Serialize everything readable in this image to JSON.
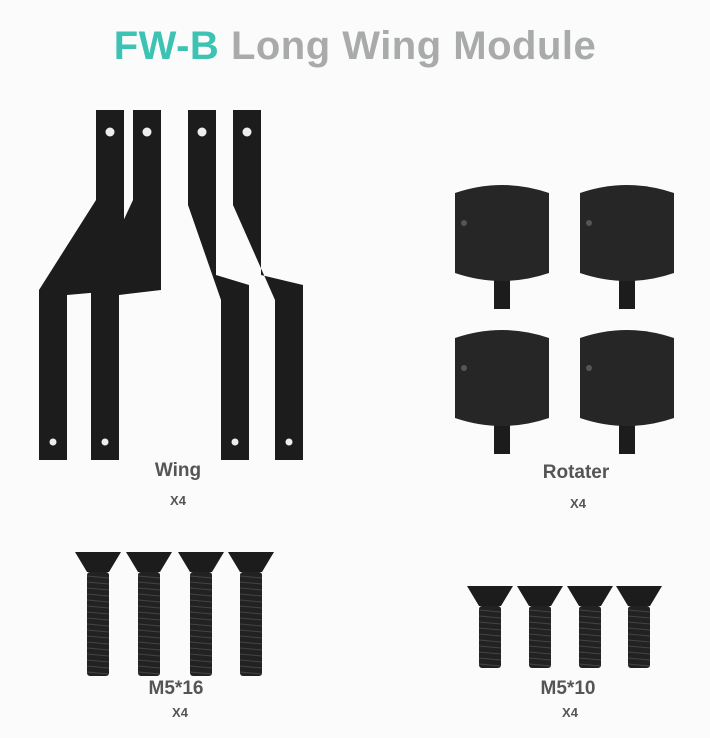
{
  "title": {
    "code": "FW-B",
    "name": "Long Wing Module"
  },
  "parts": [
    {
      "name": "Wing",
      "qty": "X4"
    },
    {
      "name": "Rotater",
      "qty": "X4"
    },
    {
      "name": "M5*16",
      "qty": "X4"
    },
    {
      "name": "M5*10",
      "qty": "X4"
    }
  ],
  "colors": {
    "accent": "#3cc3b4",
    "title_gray": "#a9abab",
    "part": "#1c1c1c"
  }
}
